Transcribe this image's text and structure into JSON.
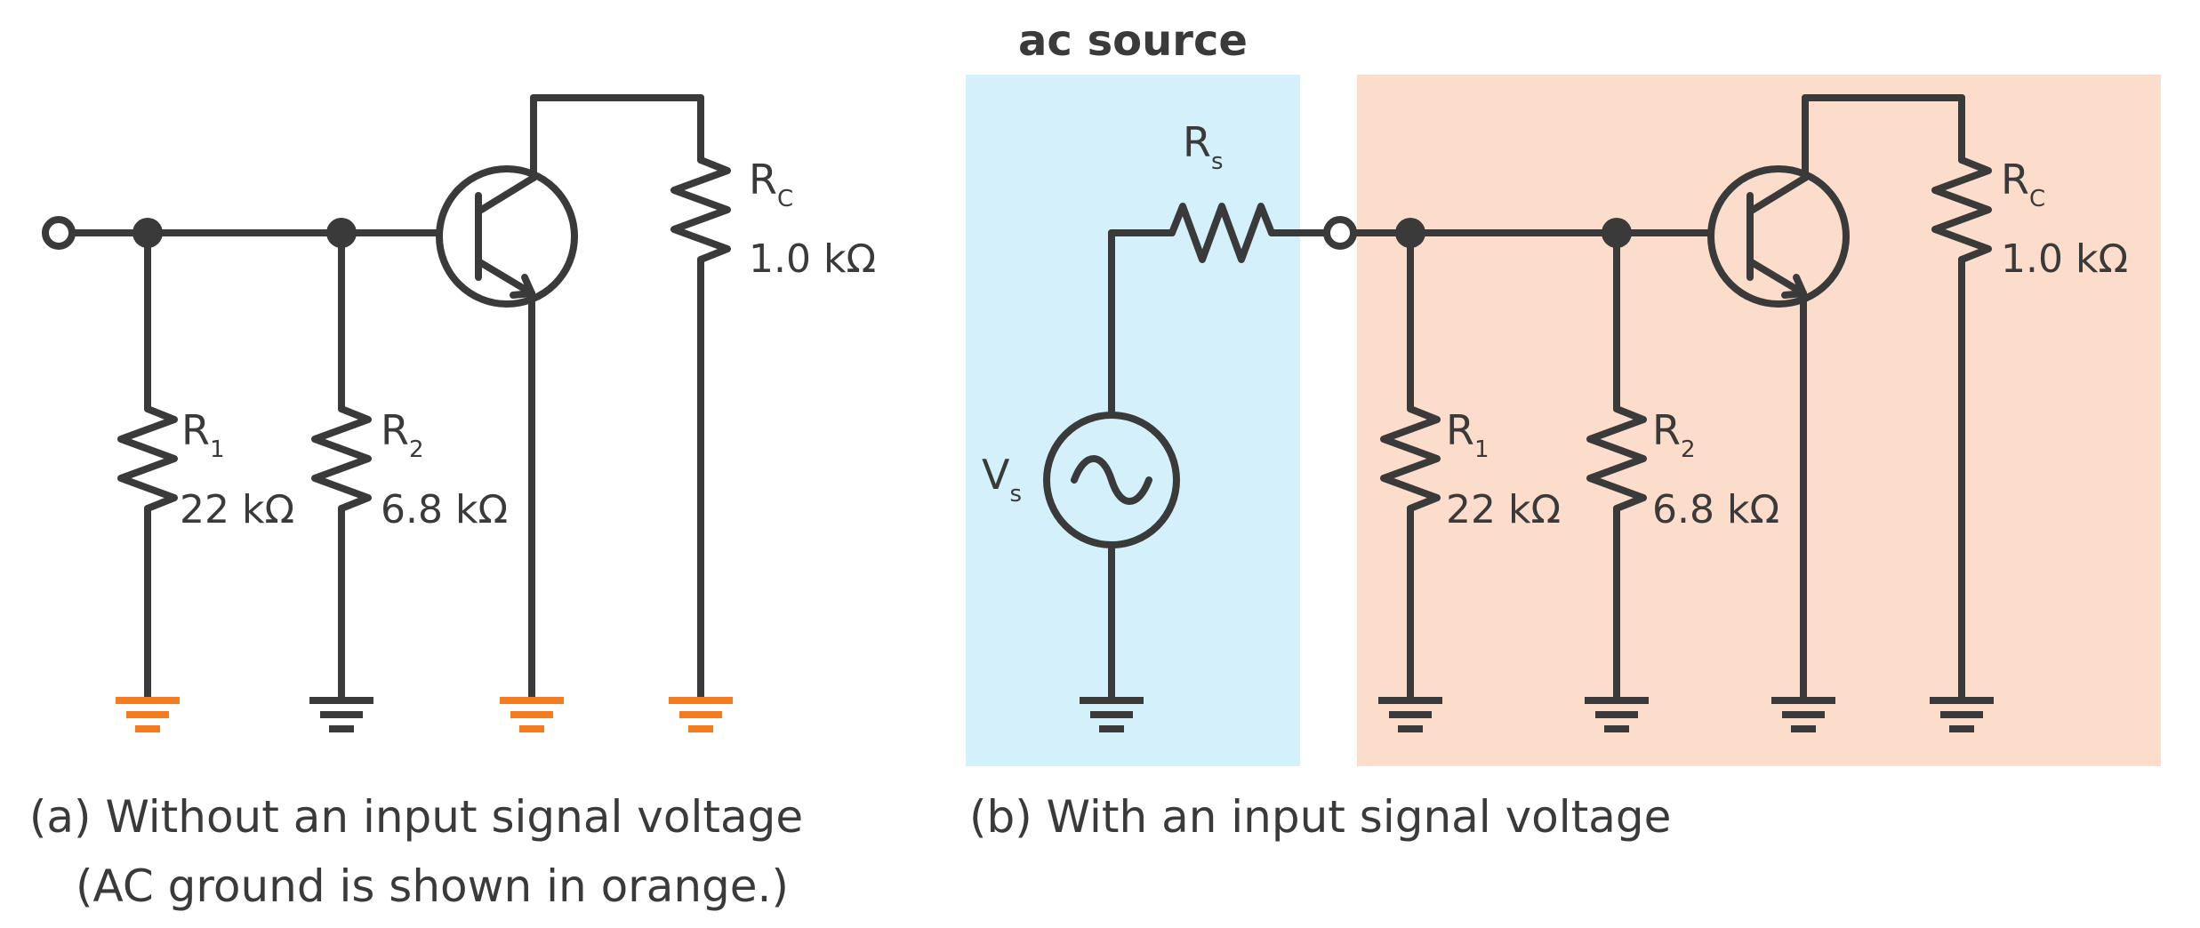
{
  "colors": {
    "wire": "#3a3a3a",
    "ac_ground": "#f47b20",
    "ground": "#3a3a3a",
    "source_region": "#d3f0fb",
    "amp_region": "#fcdccb"
  },
  "panel_a": {
    "rc_name": "R",
    "rc_sub": "C",
    "rc_value": "1.0 kΩ",
    "r1_name": "R",
    "r1_sub": "1",
    "r1_value": "22 kΩ",
    "r2_name": "R",
    "r2_sub": "2",
    "r2_value": "6.8 kΩ",
    "caption_line1": "(a) Without an input signal voltage",
    "caption_line2": "(AC ground is shown in orange.)"
  },
  "panel_b": {
    "source_title": "ac source",
    "rs_name": "R",
    "rs_sub": "s",
    "vs_name": "V",
    "vs_sub": "s",
    "rc_name": "R",
    "rc_sub": "C",
    "rc_value": "1.0 kΩ",
    "r1_name": "R",
    "r1_sub": "1",
    "r1_value": "22 kΩ",
    "r2_name": "R",
    "r2_sub": "2",
    "r2_value": "6.8 kΩ",
    "caption": "(b) With an input signal voltage"
  }
}
